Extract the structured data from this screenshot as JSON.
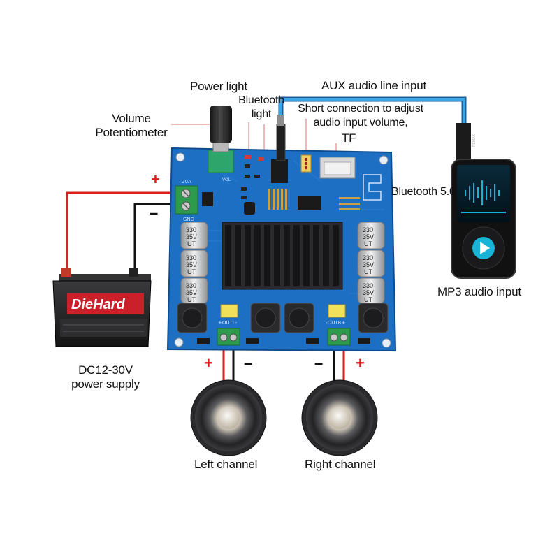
{
  "labels": {
    "power_light": "Power light",
    "bluetooth_light_1": "Bluetooth",
    "bluetooth_light_2": "light",
    "volume_1": "Volume",
    "volume_2": "Potentiometer",
    "aux": "AUX audio line input",
    "short_1": "Short connection to adjust",
    "short_2": "audio input volume,",
    "tf": "TF",
    "bluetooth_50": "Bluetooth 5.0",
    "mp3": "MP3 audio input",
    "power_supply_1": "DC12-30V",
    "power_supply_2": "power supply",
    "left_channel": "Left channel",
    "right_channel": "Right channel"
  },
  "polarity": {
    "plus": "+",
    "minus": "–"
  },
  "board_text": {
    "cap_top": "330",
    "cap_mid": "35V",
    "cap_bot": "UT",
    "outl": "+OUTL-",
    "outr": "-OUTR+",
    "vol": "VOL",
    "gnd": "GND",
    "v20a": "20A"
  },
  "battery": {
    "brand": "DieHard"
  },
  "phone": {
    "brand": "REMAX"
  },
  "colors": {
    "pcb": "#1d6fc4",
    "heatsink": "#1c1c1e",
    "terminal_green": "#2e9a4c",
    "cable_blue": "#3aa6e6",
    "wire_red": "#d8201c",
    "wire_black": "#111111",
    "phone_accent": "#18b4d8"
  }
}
